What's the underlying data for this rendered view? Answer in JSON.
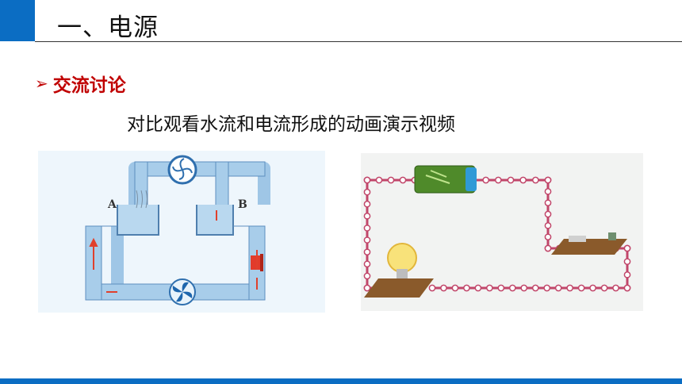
{
  "slide": {
    "title": "一、电源",
    "section_label": "交流讨论",
    "description": "对比观看水流和电流形成的动画演示视频"
  },
  "water_diagram": {
    "label_a": "A",
    "label_b": "B"
  },
  "colors": {
    "accent_blue": "#0b6dc3",
    "accent_red": "#c00000"
  },
  "icons": {
    "section_marker": "arrow-right-icon"
  }
}
